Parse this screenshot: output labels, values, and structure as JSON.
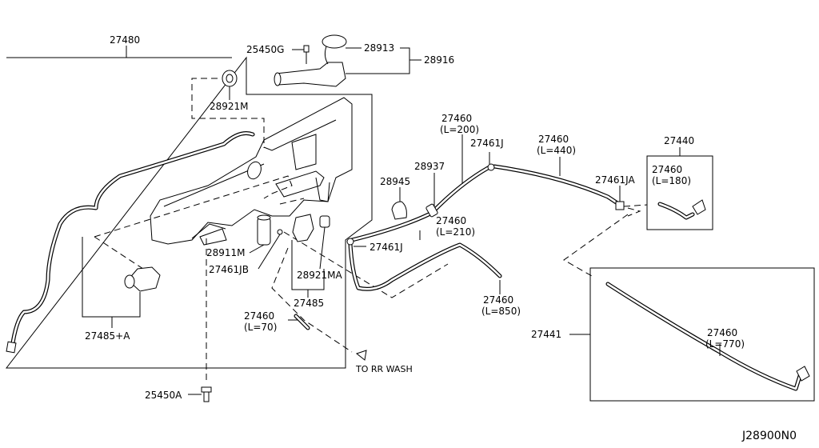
{
  "labels": {
    "p27480": "27480",
    "p25450G": "25450G",
    "p28913": "28913",
    "p28916": "28916",
    "p28921M": "28921M",
    "p27460_200_num": "27460",
    "p27460_200_len": "(L=200)",
    "p27461J_top": "27461J",
    "p27460_440_num": "27460",
    "p27460_440_len": "(L=440)",
    "p27440": "27440",
    "p27461JA": "27461JA",
    "p27460_180_num": "27460",
    "p27460_180_len": "(L=180)",
    "p28937": "28937",
    "p28945": "28945",
    "p27460_210_num": "27460",
    "p27460_210_len": "(L=210)",
    "p27461J_mid": "27461J",
    "p28911M": "28911M",
    "p27461JB": "27461JB",
    "p28921MA": "28921MA",
    "p27485": "27485",
    "p27460_850_num": "27460",
    "p27460_850_len": "(L=850)",
    "p27460_70_num": "27460",
    "p27460_70_len": "(L=70)",
    "to_rr_wash": "TO RR WASH",
    "p27485A": "27485+A",
    "p27441": "27441",
    "p27460_770_num": "27460",
    "p27460_770_len": "(L=770)",
    "p25450A": "25450A",
    "diagram_code": "J28900N0"
  }
}
